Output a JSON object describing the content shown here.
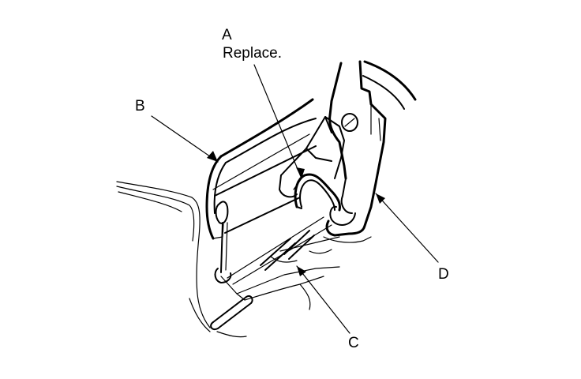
{
  "labels": {
    "a": "A",
    "a_note": "Replace.",
    "b": "B",
    "c": "C",
    "d": "D"
  }
}
